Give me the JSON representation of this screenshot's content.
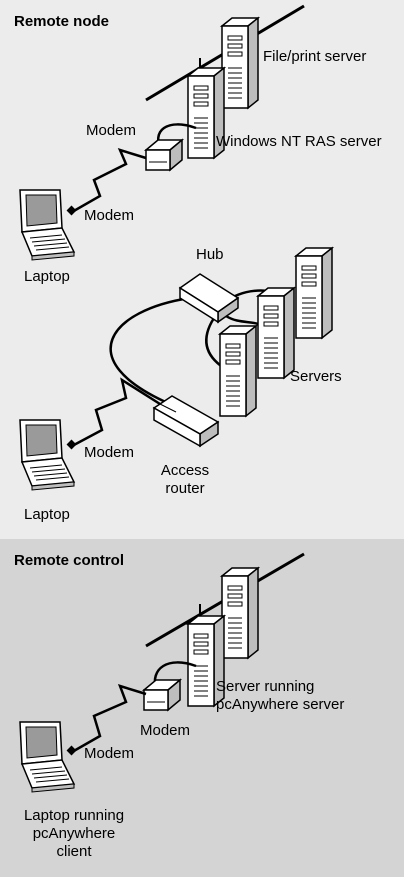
{
  "sections": {
    "remote_node": {
      "title": "Remote node"
    },
    "remote_control": {
      "title": "Remote control"
    }
  },
  "labels": {
    "file_print_server": "File/print server",
    "nt_ras_server": "Windows NT RAS server",
    "modem_a": "Modem",
    "modem_b": "Modem",
    "laptop_a": "Laptop",
    "hub": "Hub",
    "servers": "Servers",
    "modem_c": "Modem",
    "access_router_line1": "Access",
    "access_router_line2": "router",
    "laptop_b": "Laptop",
    "pca_server_line1": "Server running",
    "pca_server_line2": "pcAnywhere server",
    "modem_d": "Modem",
    "modem_e": "Modem",
    "pca_client_line1": "Laptop running",
    "pca_client_line2": "pcAnywhere",
    "pca_client_line3": "client"
  },
  "colors": {
    "top_background": "#ececec",
    "bottom_background": "#d4d4d4",
    "device_fill": "#ffffff",
    "line": "#000000"
  }
}
